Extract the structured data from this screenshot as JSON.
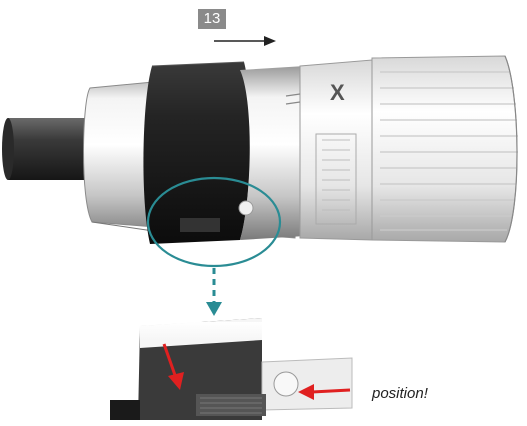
{
  "step": {
    "number": "13"
  },
  "callout": {
    "text": "position!"
  },
  "connector": {
    "brand_mark": "X"
  },
  "colors": {
    "step_badge": "#8a8a8a",
    "highlight_ring": "#2a8c94",
    "indicator_arrow": "#e02020",
    "sleeve_dark": "#1c1c1c",
    "metal_light": "#e8e8e8"
  },
  "icons": [
    "direction-arrow-icon",
    "dashed-leader-arrow-icon",
    "red-indicator-arrow-icon"
  ]
}
